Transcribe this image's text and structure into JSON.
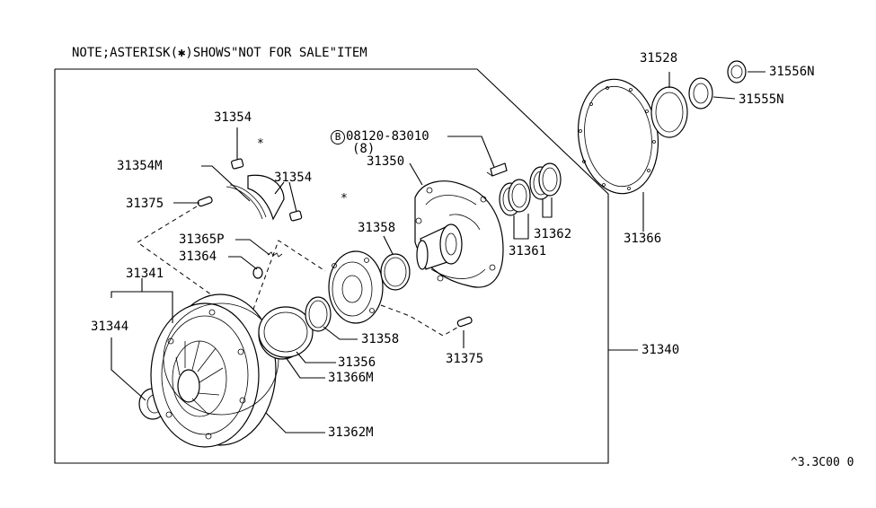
{
  "note": "NOTE;ASTERISK(✱)SHOWS\"NOT FOR SALE\"ITEM",
  "asterisk": "*",
  "bolt": {
    "circle": "B",
    "number": "08120-83010",
    "qty": "(8)"
  },
  "parts": {
    "p31354a": "31354",
    "p31354b": "31354",
    "p31354m": "31354M",
    "p31375a": "31375",
    "p31365p": "31365P",
    "p31364": "31364",
    "p31341": "31341",
    "p31344": "31344",
    "p31358a": "31358",
    "p31358b": "31358",
    "p31356": "31356",
    "p31366m": "31366M",
    "p31362m": "31362M",
    "p31350": "31350",
    "p31361": "31361",
    "p31362": "31362",
    "p31375b": "31375",
    "p31340": "31340",
    "p31528": "31528",
    "p31556n": "31556N",
    "p31555n": "31555N",
    "p31366": "31366"
  },
  "code": "^3.3C00 0"
}
